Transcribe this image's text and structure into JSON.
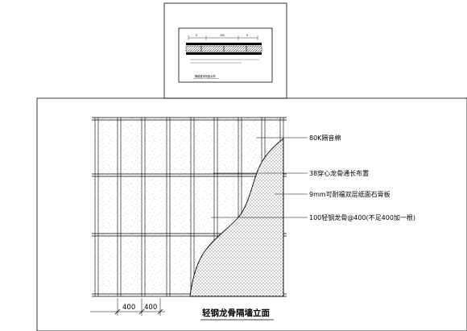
{
  "labels": {
    "insulation": "80K隔音棉",
    "cross_keel": "38穿心龙骨通长布置",
    "gypsum_board": "9mm可耐福双层纸面石膏板",
    "steel_stud": "100轻钢龙骨@400(不足400加一根)"
  },
  "dimensions": [
    "400",
    "400"
  ],
  "title": "轻钢龙骨隔墙立面",
  "detail": {
    "dims": [
      "9",
      "100",
      "9"
    ],
    "caption": "隔墙基本构造大样"
  }
}
